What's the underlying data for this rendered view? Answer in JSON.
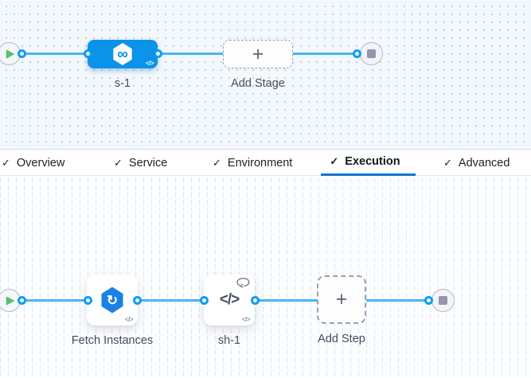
{
  "stage_pipeline": {
    "stage_label": "s-1",
    "stage_icon_glyph": "∞",
    "code_badge": "</>",
    "add_stage_label": "Add Stage",
    "plus": "+"
  },
  "tabs": {
    "checkmark": "✓",
    "active_tab": "Execution",
    "items": [
      {
        "label": "Overview"
      },
      {
        "label": "Service"
      },
      {
        "label": "Environment"
      },
      {
        "label": "Execution"
      },
      {
        "label": "Advanced"
      }
    ]
  },
  "execution_pipeline": {
    "steps": [
      {
        "label": "Fetch Instances",
        "icon": "sync-hexagon-icon",
        "icon_glyph": "↻",
        "code_badge": "</>"
      },
      {
        "label": "sh-1",
        "icon": "shell-script-icon",
        "icon_glyph": "</>",
        "code_badge": "</>",
        "looping": true
      }
    ],
    "add_step_label": "Add Step",
    "plus": "+"
  },
  "colors": {
    "stage_node_blue": "#0b93e9",
    "connector_blue": "#47b6f3",
    "port_blue": "#0b9df0",
    "step_icon_blue": "#1b80e4",
    "active_tab_underline": "#0d76d3",
    "play_green": "#55c167",
    "end_square_gray": "#9496ad"
  }
}
